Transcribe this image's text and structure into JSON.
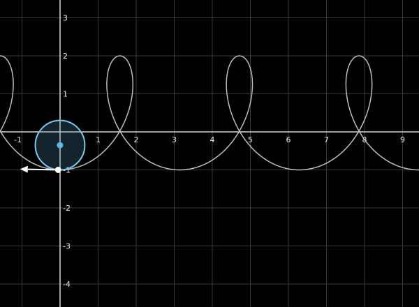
{
  "graph": {
    "x_ticks": [
      -1,
      1,
      2,
      3,
      4,
      5,
      6,
      7,
      8,
      9
    ],
    "y_ticks": [
      3,
      2,
      1,
      -1,
      -2,
      -3,
      -4
    ],
    "x_range": [
      -1.6,
      9.6
    ],
    "y_range": [
      -4.6,
      3.5
    ],
    "grid": true
  },
  "curve": {
    "type": "prolate-trochoid",
    "radius": 0.5,
    "arm": 2,
    "cycles": [
      -1,
      4
    ]
  },
  "wheel": {
    "center": [
      0,
      -0.35
    ],
    "radius": 0.65,
    "rider_point": [
      -0.05,
      -1.0
    ],
    "arrow_tip": [
      -1.05,
      -0.98
    ]
  },
  "colors": {
    "background": "#000000",
    "grid": "#3a3a3a",
    "axis": "#d9d9d9",
    "curve": "#bdbdbd",
    "wheel": "#7ec8ee",
    "hub": "#5ab7ea"
  }
}
